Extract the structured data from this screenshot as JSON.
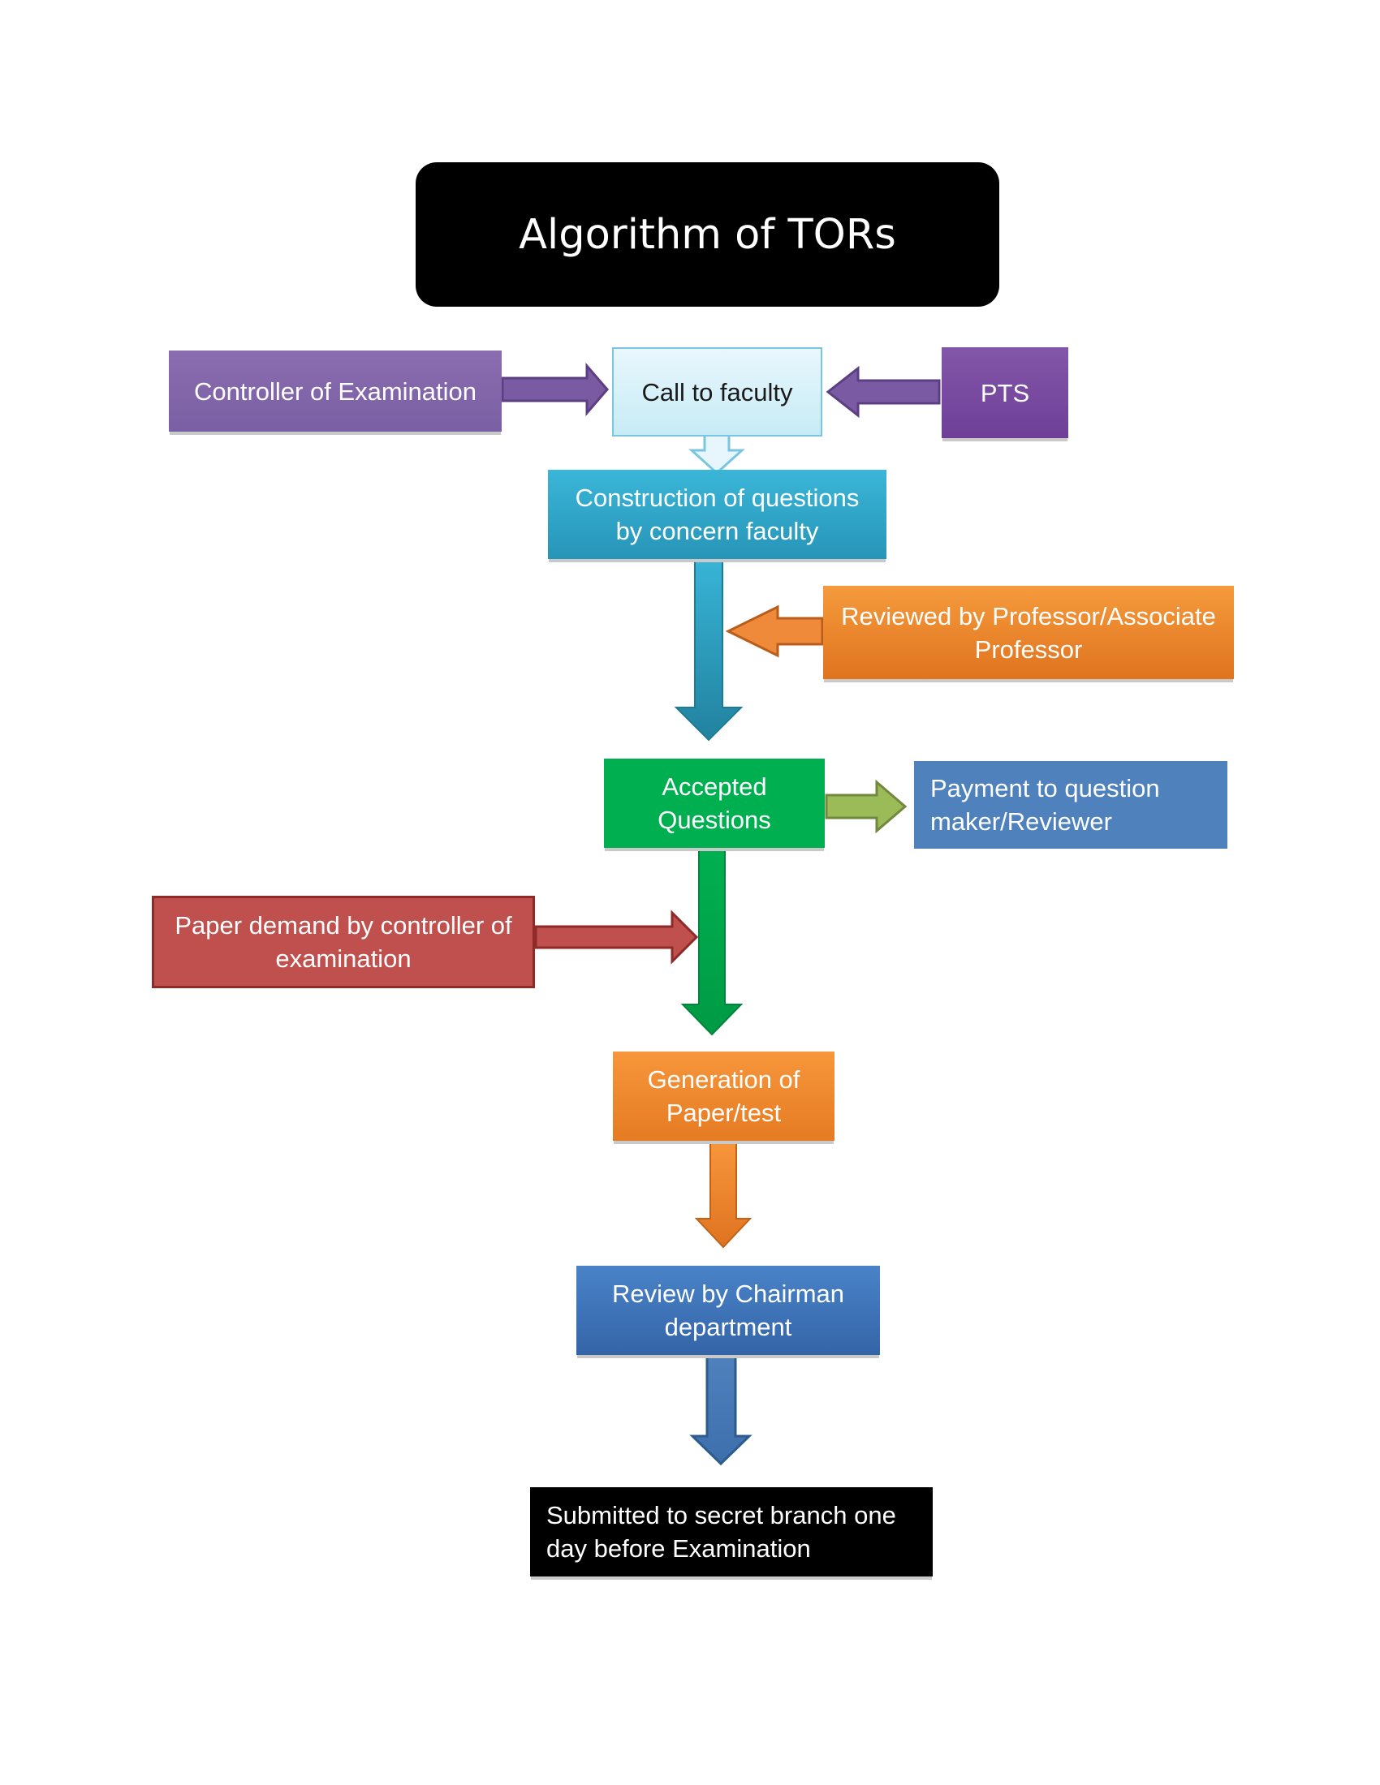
{
  "title": "Algorithm of TORs",
  "nodes": {
    "controller_of_examination": "Controller of Examination",
    "call_to_faculty": "Call to faculty",
    "pts": "PTS",
    "construction_line1": "Construction of questions",
    "construction_line2": "by concern faculty",
    "reviewed_line1": "Reviewed by Professor/Associate",
    "reviewed_line2": "Professor",
    "accepted_line1": "Accepted",
    "accepted_line2": "Questions",
    "payment_line1": "Payment to question",
    "payment_line2": "maker/Reviewer",
    "paper_demand_line1": "Paper demand by controller of",
    "paper_demand_line2": "examination",
    "generation_line1": "Generation of",
    "generation_line2": "Paper/test",
    "review_chair_line1": "Review by Chairman",
    "review_chair_line2": "department",
    "submitted_line1": "Submitted to secret branch one",
    "submitted_line2": "day before Examination"
  },
  "colors": {
    "purple": "#8064a2",
    "cyan": "#31a8cc",
    "orange": "#f79646",
    "green": "#00b050",
    "blue": "#4f81bd",
    "red": "#c0504d",
    "olive": "#9bbb59",
    "black": "#000000"
  }
}
